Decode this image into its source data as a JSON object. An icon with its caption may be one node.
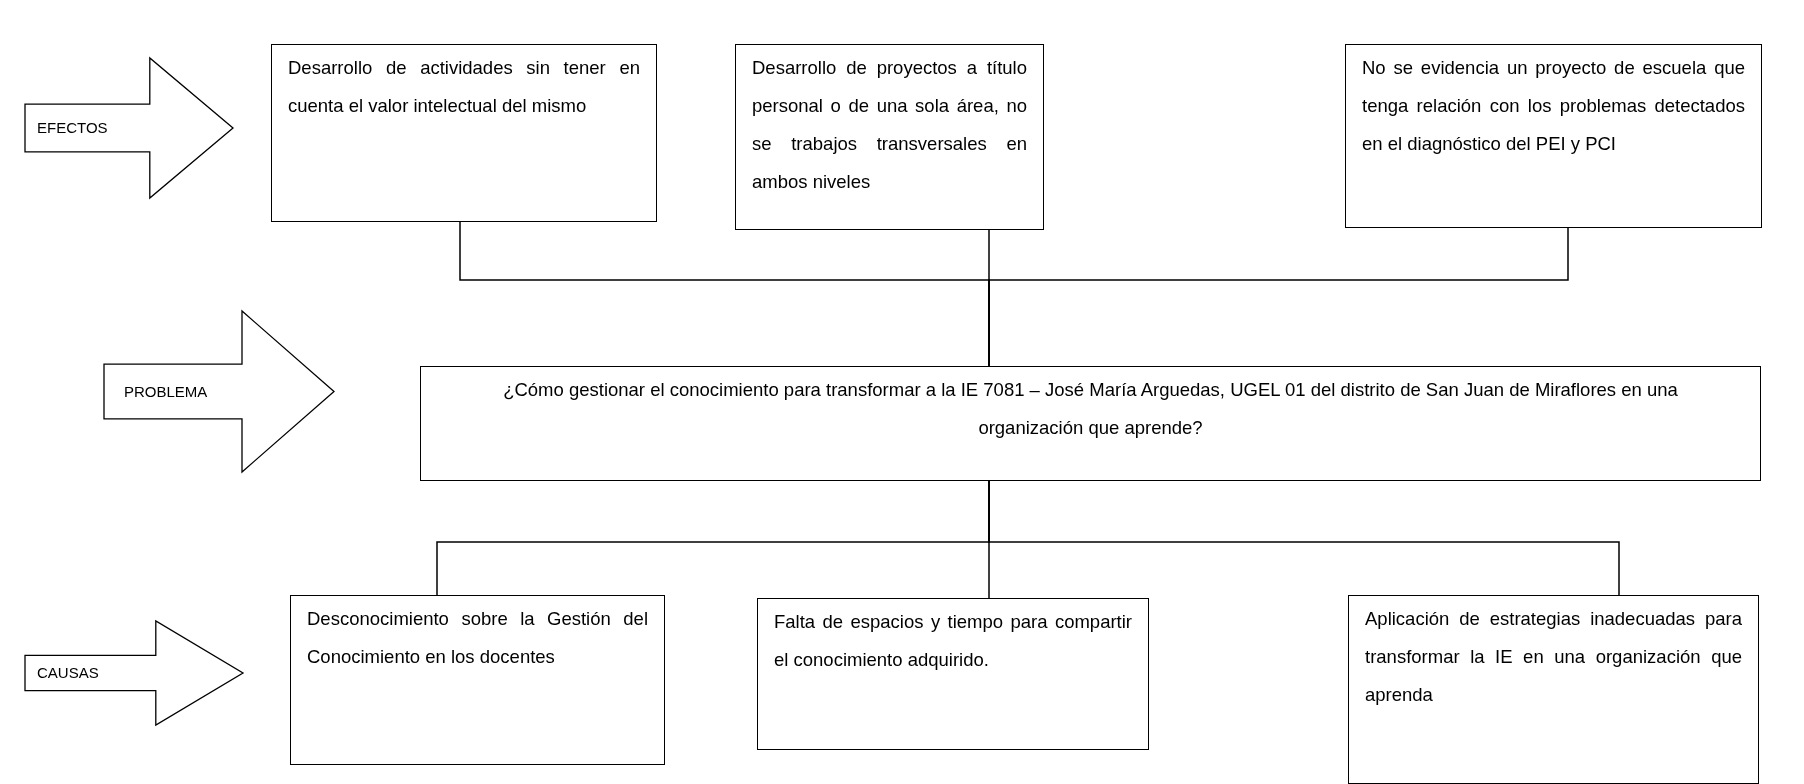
{
  "diagram": {
    "nodes": [
      {
        "text": [
          "EFECTOS"
        ]
      },
      {
        "text": [
          "Desarrollo de actividades sin tener en cuenta el valor intelectual del mismo"
        ]
      },
      {
        "text": [
          "Desarrollo de proyectos a título personal o de una sola área, no se trabajos transversales en ambos niveles"
        ]
      },
      {
        "text": [
          "No se evidencia un proyecto de escuela que tenga relación con los problemas detectados en el diagnóstico del PEI y PCI"
        ]
      },
      {
        "text": [
          "PROBLEMA"
        ]
      },
      {
        "text": [
          "¿Cómo gestionar el conocimiento para transformar a la IE 7081 – José María Arguedas, UGEL 01 del distrito de San Juan de Miraflores en una organización que aprende?"
        ]
      },
      {
        "text": [
          "CAUSAS"
        ]
      },
      {
        "text": [
          "Desconocimiento sobre la Gestión del Conocimiento en los docentes"
        ]
      },
      {
        "text": [
          "Falta de espacios y tiempo para compartir el conocimiento adquirido."
        ]
      },
      {
        "text": [
          "Aplicación de estrategias inadecuadas para transformar la IE en una organización que aprenda"
        ]
      }
    ],
    "edges": [
      {
        "from": 1,
        "to": 5,
        "arrow": "none"
      },
      {
        "from": 2,
        "to": 5,
        "arrow": "none"
      },
      {
        "from": 3,
        "to": 5,
        "arrow": "none"
      },
      {
        "from": 5,
        "to": 7,
        "arrow": "none"
      },
      {
        "from": 5,
        "to": 8,
        "arrow": "none"
      },
      {
        "from": 5,
        "to": 9,
        "arrow": "none"
      }
    ]
  }
}
